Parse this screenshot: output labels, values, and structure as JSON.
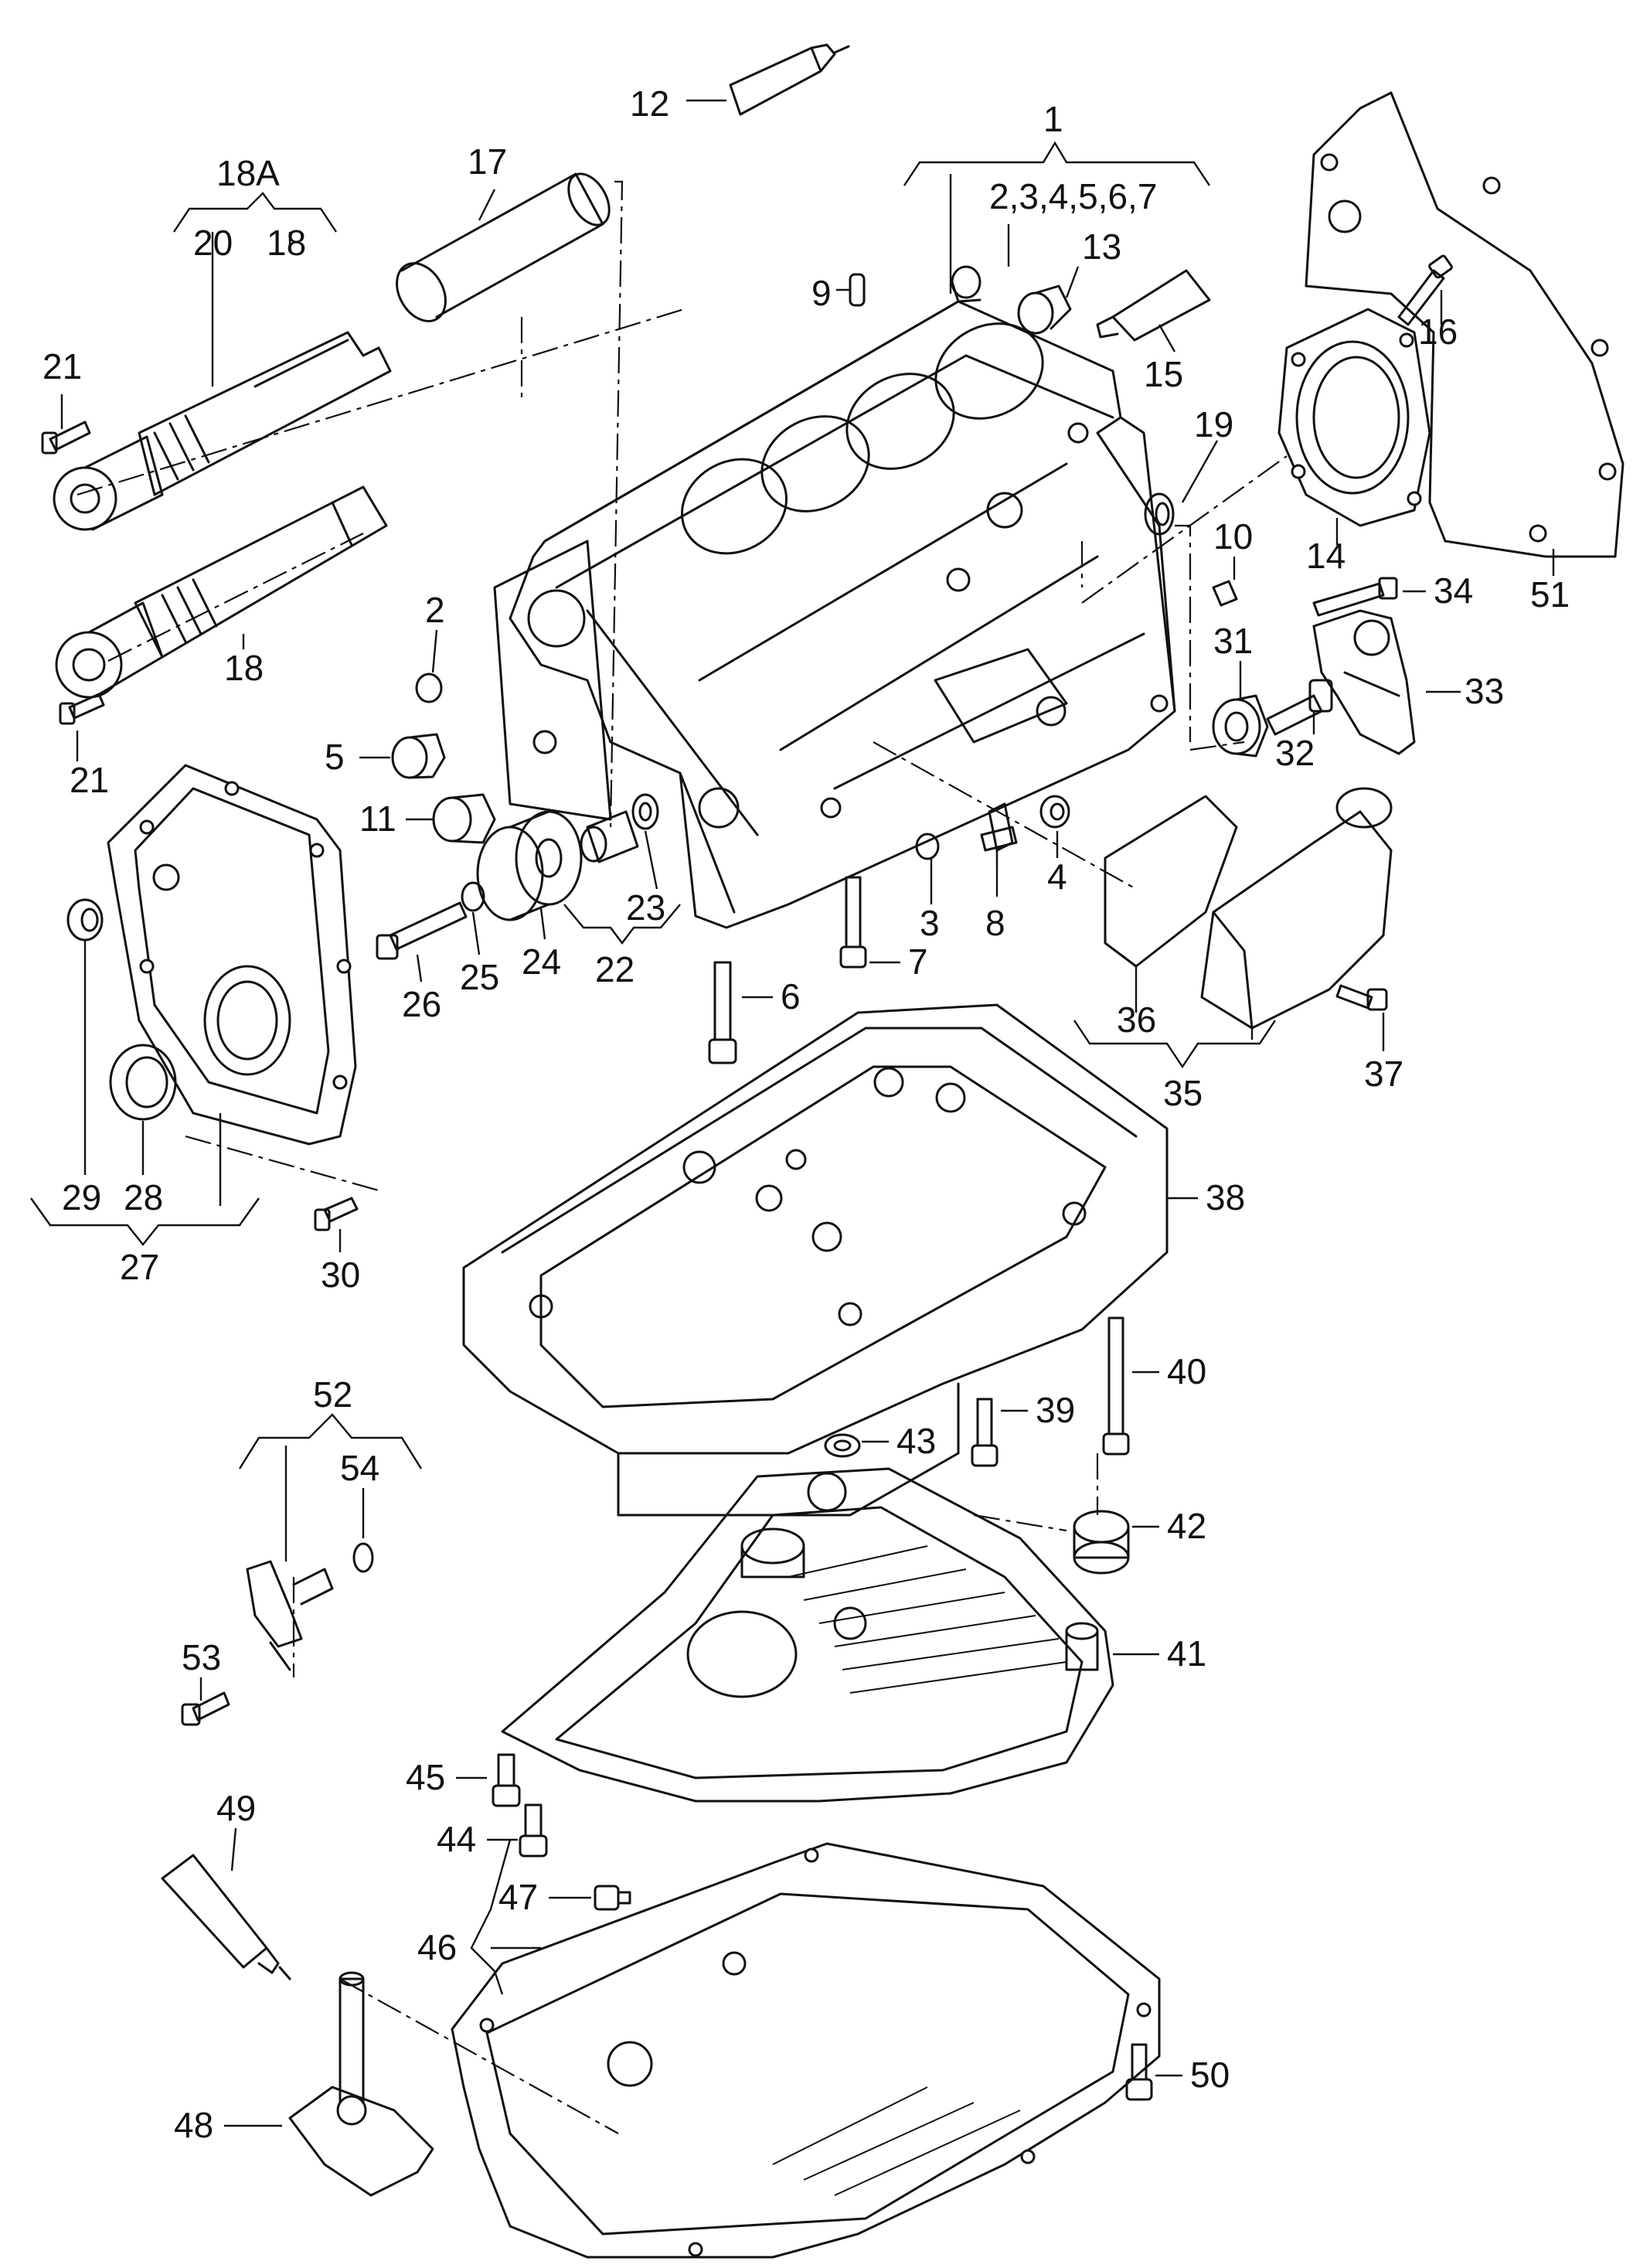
{
  "callouts": {
    "c1": "1",
    "c2_7": "2,3,4,5,6,7",
    "c2": "2",
    "c3": "3",
    "c4": "4",
    "c5": "5",
    "c6": "6",
    "c7": "7",
    "c8": "8",
    "c9": "9",
    "c10": "10",
    "c11": "11",
    "c12": "12",
    "c13": "13",
    "c14": "14",
    "c15": "15",
    "c16": "16",
    "c17": "17",
    "c18a": "18A",
    "c18top": "18",
    "c18": "18",
    "c19": "19",
    "c20": "20",
    "c21a": "21",
    "c21b": "21",
    "c22": "22",
    "c23": "23",
    "c24": "24",
    "c25": "25",
    "c26": "26",
    "c27": "27",
    "c28": "28",
    "c29": "29",
    "c30": "30",
    "c31": "31",
    "c32": "32",
    "c33": "33",
    "c34": "34",
    "c35": "35",
    "c36": "36",
    "c37": "37",
    "c38": "38",
    "c39": "39",
    "c40": "40",
    "c41": "41",
    "c42": "42",
    "c43": "43",
    "c44": "44",
    "c45": "45",
    "c46": "46",
    "c47": "47",
    "c48": "48",
    "c49": "49",
    "c50": "50",
    "c51": "51",
    "c52": "52",
    "c53": "53",
    "c54": "54"
  }
}
